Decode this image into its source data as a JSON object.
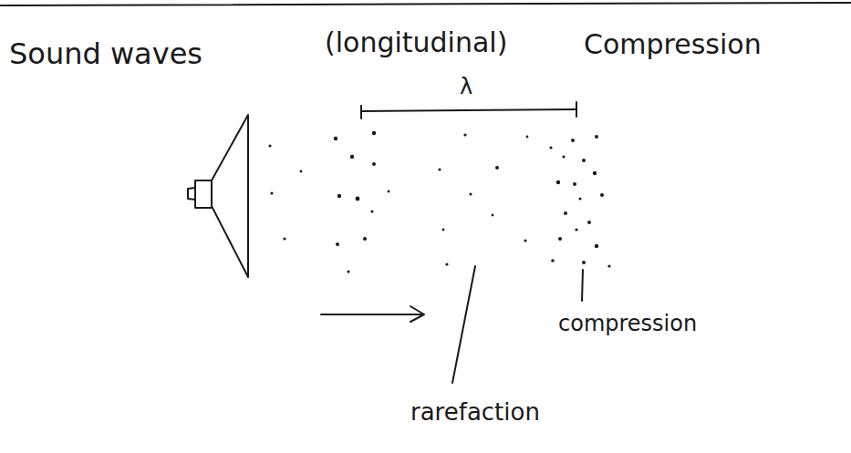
{
  "diagram": {
    "title": "Sound waves",
    "labels": [
      "(longitudinal)",
      "Compression",
      "λ",
      "compression",
      "rarefaction"
    ]
  }
}
